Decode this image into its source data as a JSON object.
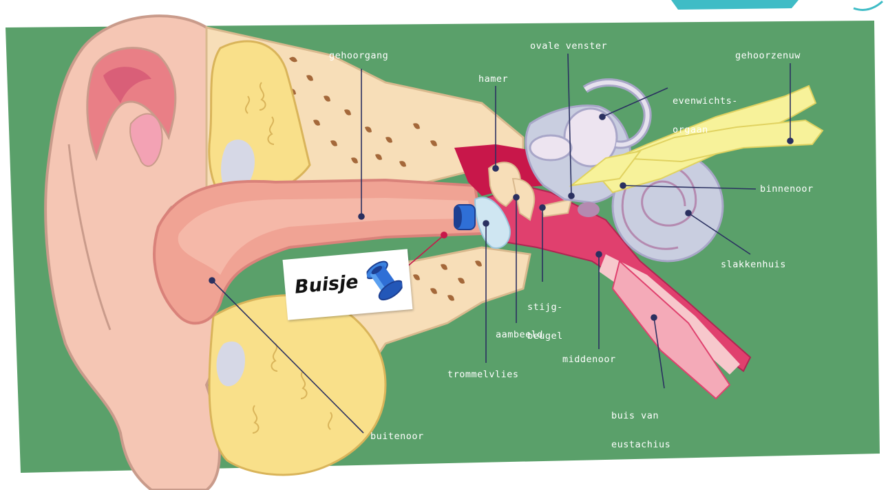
{
  "labels": {
    "gehoorgang": "gehoorgang",
    "hamer": "hamer",
    "ovale_venster": "ovale venster",
    "gehoorzenuw": "gehoorzenuw",
    "evenwichtsorgaan_1": "evenwichts-",
    "evenwichtsorgaan_2": "orgaan",
    "binnenoor": "binnenoor",
    "slakkenhuis": "slakkenhuis",
    "stijgbeugel_1": "stijg-",
    "stijgbeugel_2": "beugel",
    "aambeeld": "aambeeld",
    "middenoor": "middenoor",
    "trommelvlies": "trommelvlies",
    "buis_van_eustachius_1": "buis van",
    "buis_van_eustachius_2": "eustachius",
    "buitenoor": "buitenoor"
  },
  "card": {
    "label": "Buisje"
  },
  "colors": {
    "background": "#5aa06a",
    "banner": "#3fbcc6",
    "skin": "#f5c6b4",
    "bone": "#f7deb8",
    "cartilage": "#f9e08a",
    "canal": "#f0a394",
    "middle_ear": "#e0406e",
    "inner_ear": "#c9cee0",
    "nerve": "#f7f29a",
    "leader_line": "#2a3060",
    "label_text": "#ffffff"
  },
  "icons": [
    "ear-tube-icon"
  ]
}
